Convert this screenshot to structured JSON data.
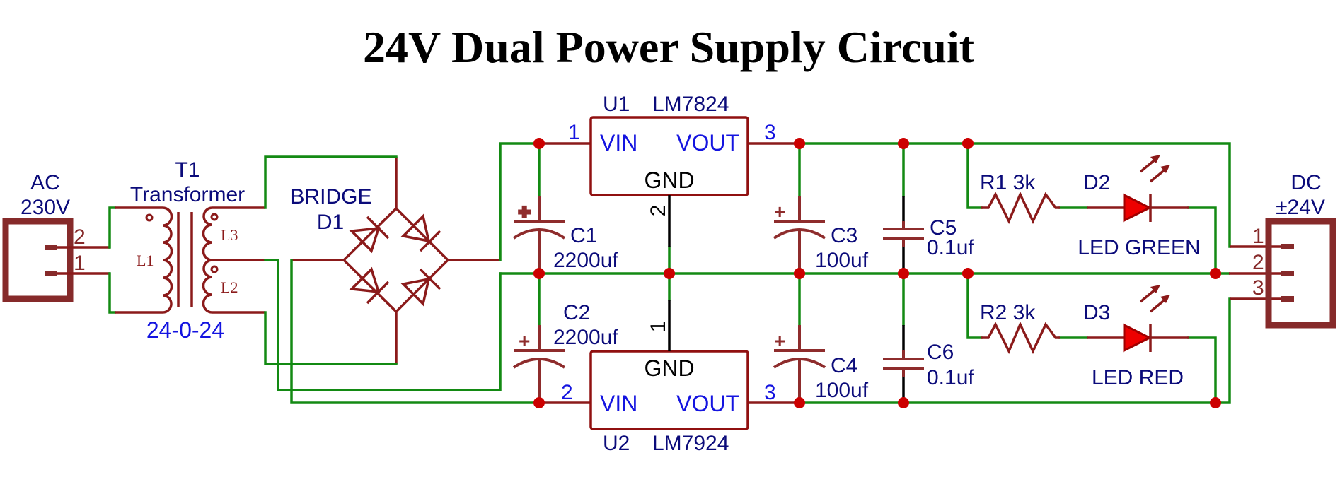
{
  "title": "24V Dual Power Supply Circuit",
  "colors": {
    "wire": "#138a13",
    "component": "#8b1a1a",
    "junction": "#cc0000",
    "label": "#0b0b7a",
    "pin_number": "#1414e0",
    "led_fill": "#ee0000"
  },
  "input_connector": {
    "name_line1": "AC",
    "name_line2": "230V",
    "pins": [
      "2",
      "1"
    ]
  },
  "transformer": {
    "ref": "T1",
    "type": "Transformer",
    "rating": "24-0-24",
    "coils": [
      "L1",
      "L3",
      "L2"
    ]
  },
  "bridge": {
    "type": "BRIDGE",
    "ref": "D1"
  },
  "regulators": [
    {
      "ref": "U1",
      "part": "LM7824",
      "vin_label": "VIN",
      "vout_label": "VOUT",
      "gnd_label": "GND",
      "vin_pin": "1",
      "vout_pin": "3",
      "gnd_pin": "2"
    },
    {
      "ref": "U2",
      "part": "LM7924",
      "vin_label": "VIN",
      "vout_label": "VOUT",
      "gnd_label": "GND",
      "vin_pin": "2",
      "vout_pin": "3",
      "gnd_pin": "1"
    }
  ],
  "capacitors": [
    {
      "ref": "C1",
      "value": "2200uf",
      "polarized": true
    },
    {
      "ref": "C2",
      "value": "2200uf",
      "polarized": true
    },
    {
      "ref": "C3",
      "value": "100uf",
      "polarized": true
    },
    {
      "ref": "C4",
      "value": "100uf",
      "polarized": true
    },
    {
      "ref": "C5",
      "value": "0.1uf",
      "polarized": false
    },
    {
      "ref": "C6",
      "value": "0.1uf",
      "polarized": false
    }
  ],
  "polarity_mark": "+",
  "resistors": [
    {
      "ref": "R1",
      "value": "3k",
      "label": "R1 3k"
    },
    {
      "ref": "R2",
      "value": "3k",
      "label": "R2 3k"
    }
  ],
  "leds": [
    {
      "ref": "D2",
      "label": "LED GREEN"
    },
    {
      "ref": "D3",
      "label": "LED RED"
    }
  ],
  "output_connector": {
    "name_line1": "DC",
    "name_line2": "±24V",
    "pins": [
      "1",
      "2",
      "3"
    ]
  }
}
